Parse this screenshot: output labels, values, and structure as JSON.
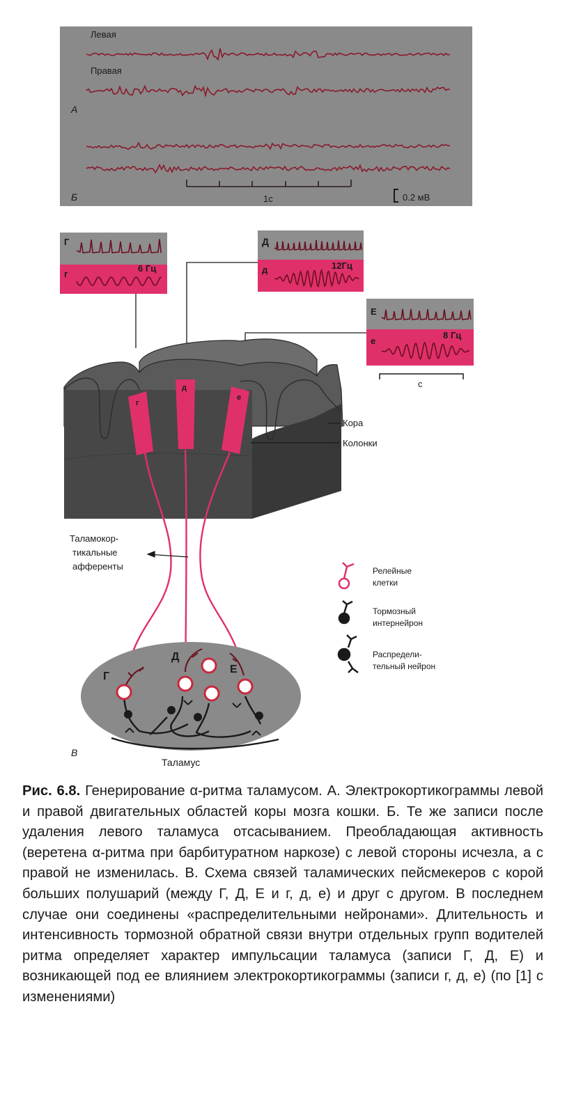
{
  "panel_a": {
    "label_left": "Левая",
    "label_right": "Правая",
    "panel_letter_a": "А",
    "panel_letter_b": "Б",
    "time_scale": "1с",
    "amp_scale": "0.2 мВ"
  },
  "insets": {
    "g_upper": "Г",
    "g_lower": "г",
    "g_freq": "6 Гц",
    "d_upper": "Д",
    "d_lower": "д",
    "d_freq": "12Гц",
    "e_upper": "Е",
    "e_lower": "е",
    "e_freq": "8 Гц",
    "e_scale": "с"
  },
  "cortex": {
    "col_g": "г",
    "col_d": "д",
    "col_e": "е",
    "label_cortex": "Кора",
    "label_columns": "Колонки",
    "label_afferents_1": "Таламокор-",
    "label_afferents_2": "тикальные",
    "label_afferents_3": "афференты"
  },
  "thalamus": {
    "label_g": "Г",
    "label_d": "Д",
    "label_e": "Е",
    "panel_letter_v": "В",
    "label_thalamus": "Таламус"
  },
  "legend": {
    "relay_1": "Релейные",
    "relay_2": "клетки",
    "inhib_1": "Тормозный",
    "inhib_2": "интернейрон",
    "distr_1": "Распредели-",
    "distr_2": "тельный нейрон"
  },
  "caption": {
    "fig_label": "Рис. 6.8.",
    "text": " Генерирование α-ритма таламусом. А. Электрокортикограммы левой и правой двигательных областей коры мозга кошки. Б. Те же записи после удаления левого таламуса отсасыванием. Преобладающая активность (веретена α-ритма при барбитуратном наркозе) с левой стороны исчезла, а с правой не изменилась. В. Схема связей таламических пейсмекеров с корой больших полушарий (между Г, Д, Е и г, д, е) и друг с другом. В последнем случае они соединены «распределительными нейронами». Длительность и интенсивность тормозной обратной связи внутри отдельных групп водителей ритма определяет характер импульсации таламуса (записи Г, Д, Е) и возникающей под ее влиянием электрокортикограммы (записи г, д, е) (по [1] с изменениями)"
  },
  "colors": {
    "trace": "#8a1a2a",
    "pink": "#e0306a",
    "gray_panel": "#8a8a8a",
    "dark_block": "#3e3e3e"
  }
}
